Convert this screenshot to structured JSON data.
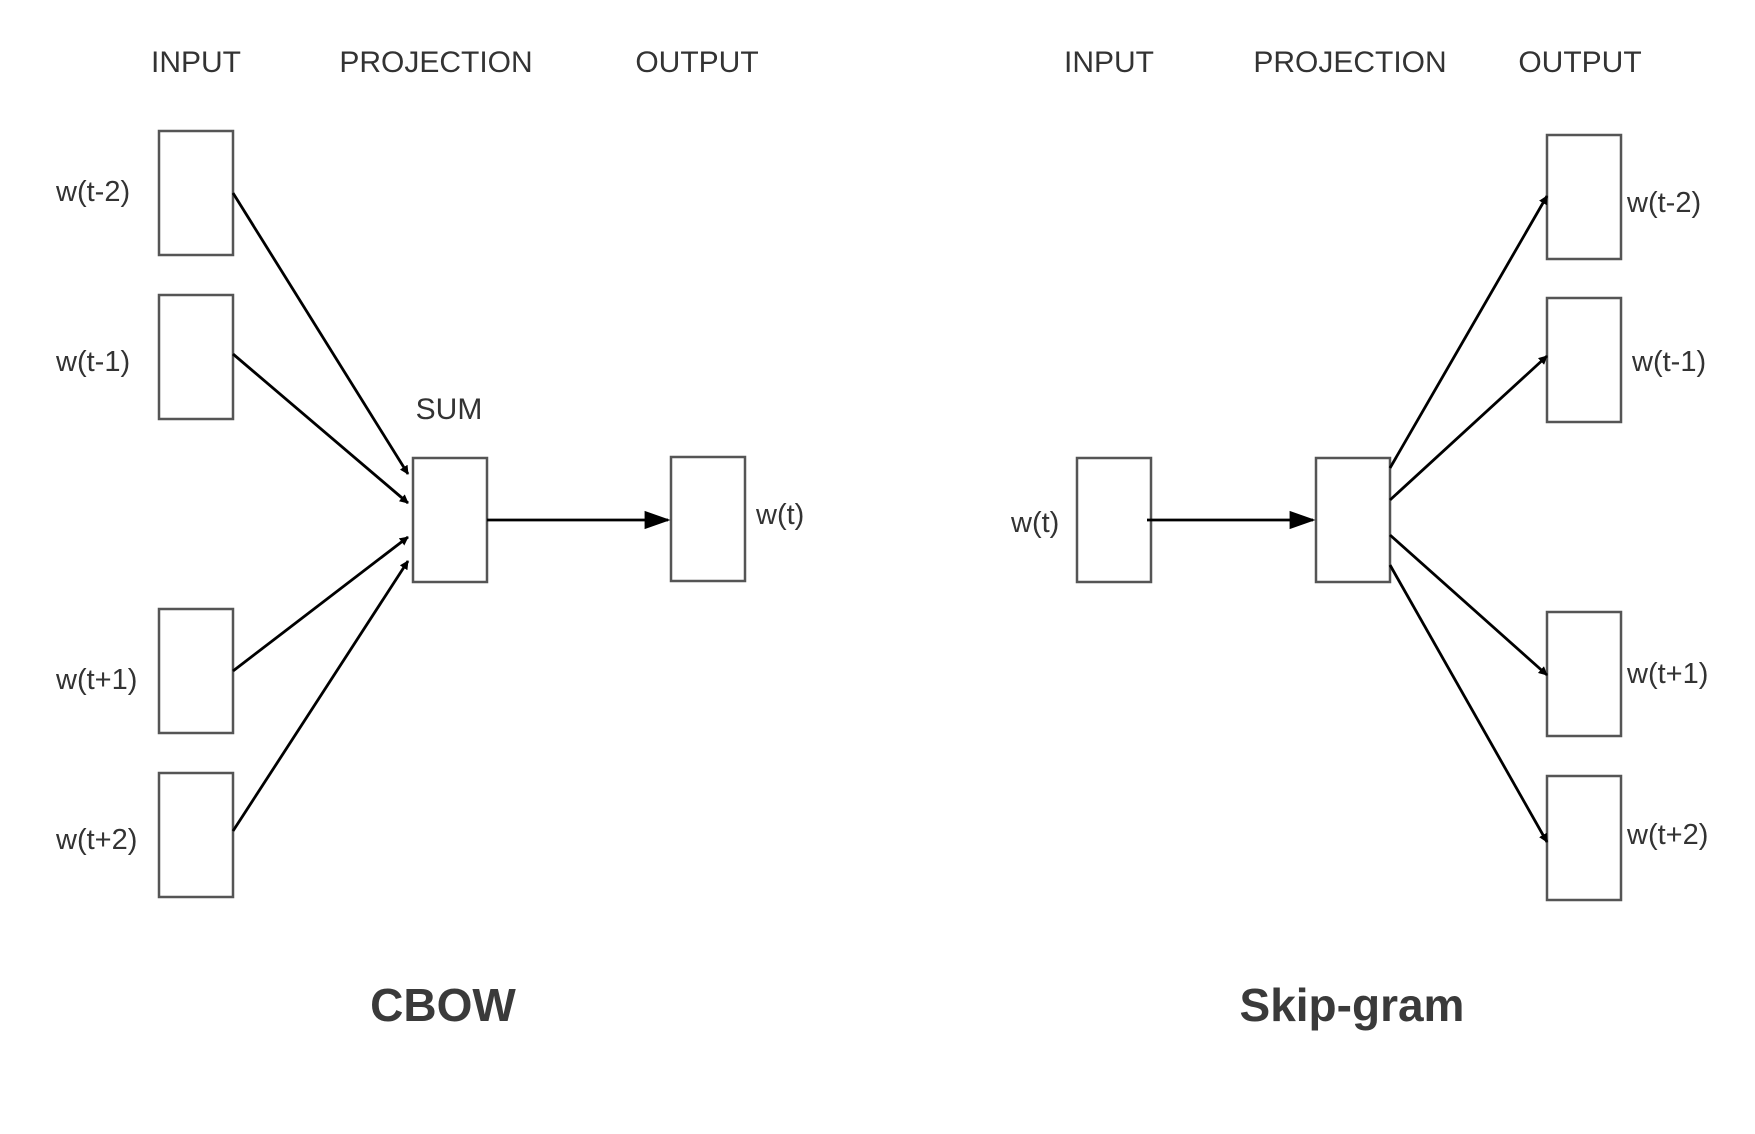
{
  "cbow": {
    "headers": {
      "input": "INPUT",
      "projection": "PROJECTION",
      "output": "OUTPUT"
    },
    "inputs": [
      "w(t-2)",
      "w(t-1)",
      "w(t+1)",
      "w(t+2)"
    ],
    "sum_label": "SUM",
    "output": "w(t)",
    "title": "CBOW"
  },
  "skipgram": {
    "headers": {
      "input": "INPUT",
      "projection": "PROJECTION",
      "output": "OUTPUT"
    },
    "input": "w(t)",
    "outputs": [
      "w(t-2)",
      "w(t-1)",
      "w(t+1)",
      "w(t+2)"
    ],
    "title": "Skip-gram"
  },
  "colors": {
    "box_stroke": "#555555",
    "arrow": "#000000",
    "text": "#333333"
  }
}
